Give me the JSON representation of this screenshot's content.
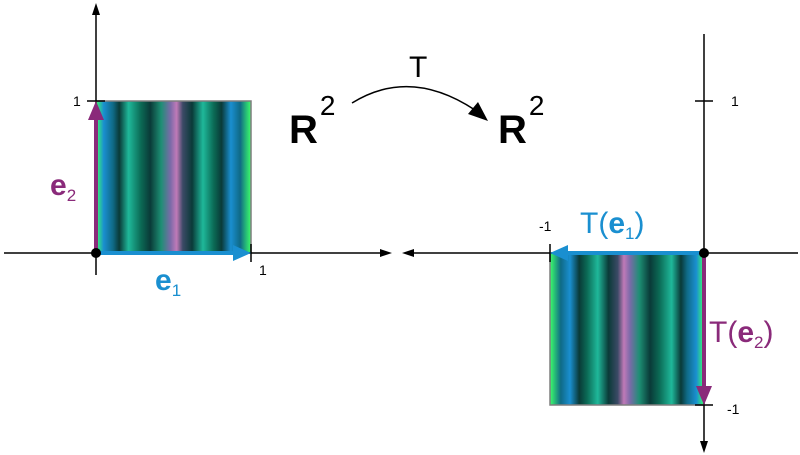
{
  "colors": {
    "e1": "#1a8fd0",
    "e2": "#8a2a7a",
    "axis": "#000000",
    "square_border": "#7f7f7f"
  },
  "left_plot": {
    "tick_x": "1",
    "tick_y": "1",
    "e1": {
      "letter": "e",
      "sub": "1"
    },
    "e2": {
      "letter": "e",
      "sub": "2"
    }
  },
  "mapping": {
    "domain": {
      "letter": "R",
      "sup": "2"
    },
    "codomain": {
      "letter": "R",
      "sup": "2"
    },
    "map_label": "T"
  },
  "right_plot": {
    "tick_x": "-1",
    "tick_y_top": "1",
    "tick_y_bottom": "-1",
    "Te1": {
      "func": "T(",
      "letter": "e",
      "sub": "1",
      "close": ")"
    },
    "Te2": {
      "func": "T(",
      "letter": "e",
      "sub": "2",
      "close": ")"
    }
  }
}
